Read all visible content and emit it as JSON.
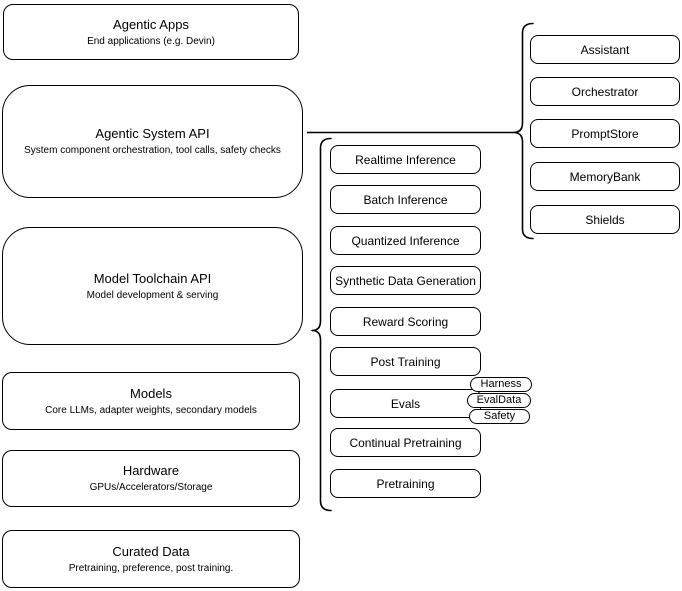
{
  "stack": {
    "boxes": [
      {
        "title": "Agentic Apps",
        "subtitle": "End applications (e.g. Devin)"
      },
      {
        "title": "Agentic System API",
        "subtitle": "System component orchestration, tool calls, safety checks"
      },
      {
        "title": "Model Toolchain API",
        "subtitle": "Model development & serving"
      },
      {
        "title": "Models",
        "subtitle": "Core LLMs, adapter weights, secondary models"
      },
      {
        "title": "Hardware",
        "subtitle": "GPUs/Accelerators/Storage"
      },
      {
        "title": "Curated Data",
        "subtitle": "Pretraining, preference, post training."
      }
    ]
  },
  "toolchain": {
    "items": [
      {
        "label": "Realtime Inference"
      },
      {
        "label": "Batch Inference"
      },
      {
        "label": "Quantized Inference"
      },
      {
        "label": "Synthetic Data Generation"
      },
      {
        "label": "Reward Scoring"
      },
      {
        "label": "Post Training"
      },
      {
        "label": "Evals"
      },
      {
        "label": "Continual Pretraining"
      },
      {
        "label": "Pretraining"
      }
    ],
    "evals_tags": [
      {
        "label": "Harness"
      },
      {
        "label": "EvalData"
      },
      {
        "label": "Safety"
      }
    ]
  },
  "system_components": {
    "items": [
      {
        "label": "Assistant"
      },
      {
        "label": "Orchestrator"
      },
      {
        "label": "PromptStore"
      },
      {
        "label": "MemoryBank"
      },
      {
        "label": "Shields"
      }
    ]
  },
  "colors": {
    "stroke": "#000000",
    "background": "#ffffff"
  }
}
